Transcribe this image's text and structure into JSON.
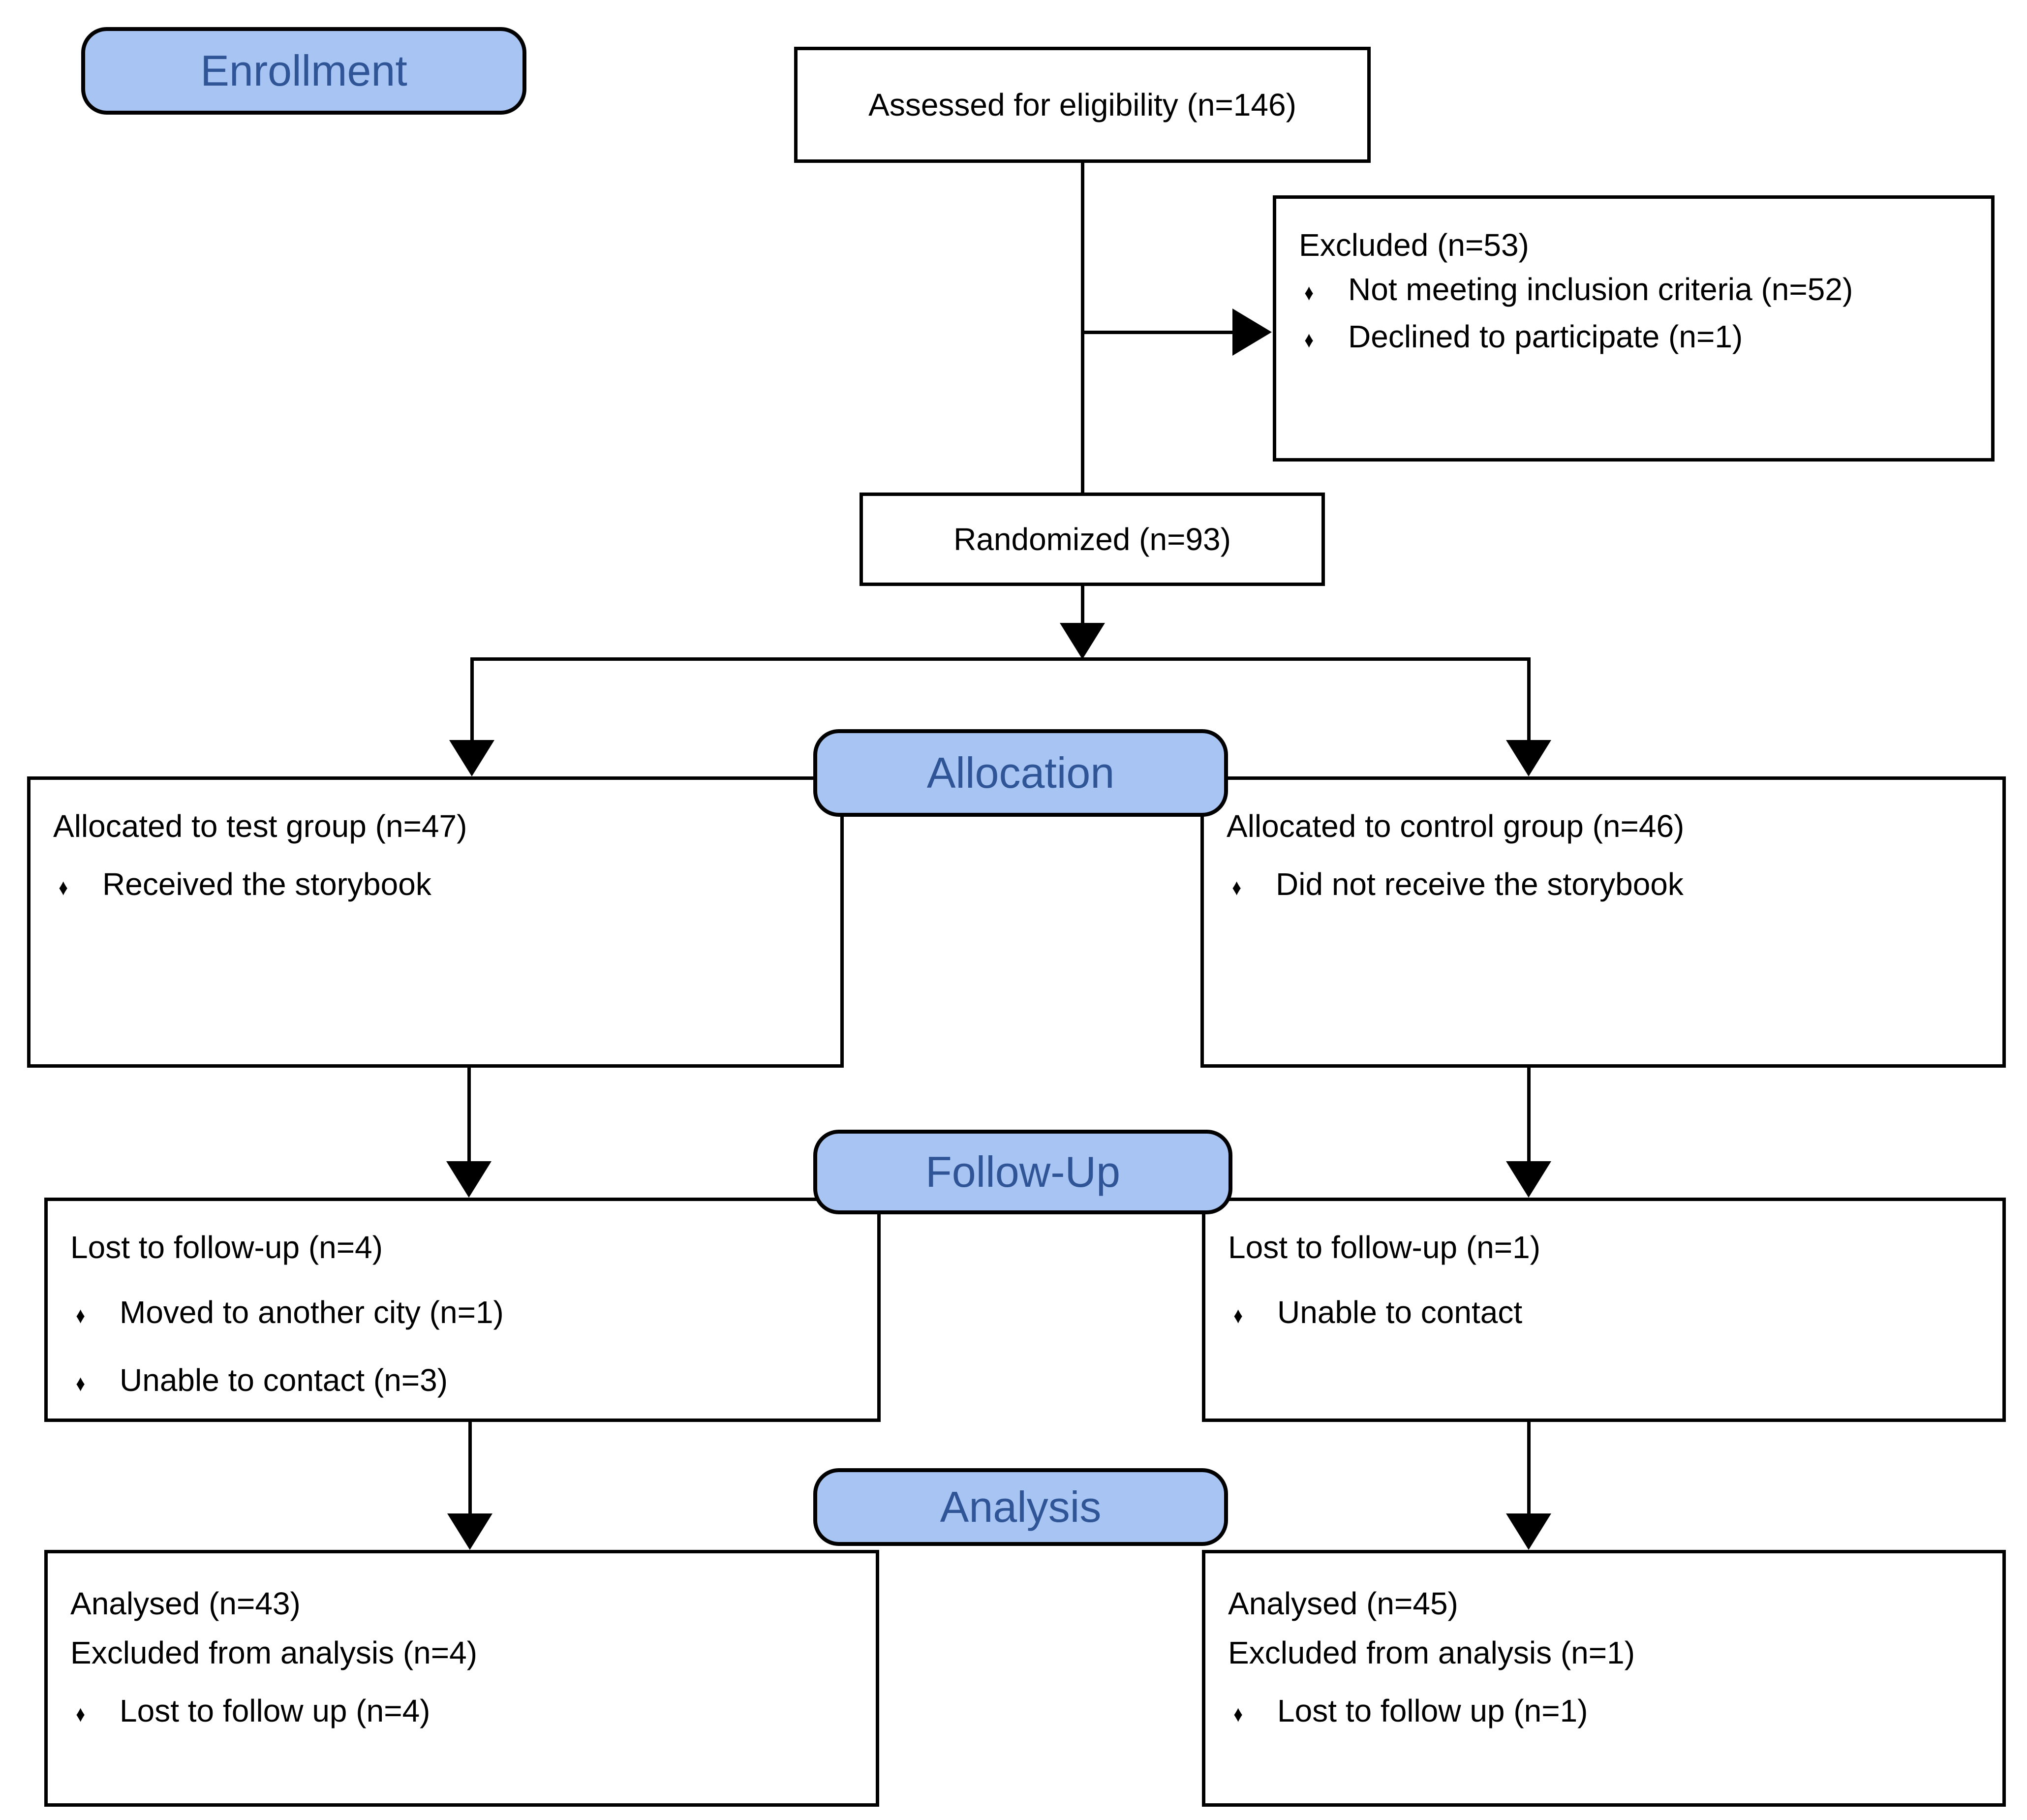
{
  "bullet_glyph": "♦",
  "colors": {
    "header_fill": "#a7c4f2",
    "header_text": "#2f5597",
    "line_color": "#000000",
    "box_bg": "#ffffff",
    "page_bg": "#ffffff"
  },
  "headers": {
    "enrollment": "Enrollment",
    "allocation": "Allocation",
    "followup": "Follow-Up",
    "analysis": "Analysis"
  },
  "boxes": {
    "assessed": {
      "text": "Assessed for eligibility (n=146)"
    },
    "excluded": {
      "title": "Excluded (n=53)",
      "bullets": [
        "Not meeting inclusion criteria (n=52)",
        "Declined to participate (n=1)"
      ]
    },
    "randomized": {
      "text": "Randomized (n=93)"
    },
    "alloc_left": {
      "title": "Allocated to test group (n=47)",
      "bullets": [
        "Received the storybook"
      ]
    },
    "alloc_right": {
      "title": "Allocated to control group (n=46)",
      "bullets": [
        "Did not receive the storybook"
      ]
    },
    "follow_left": {
      "title": "Lost to follow-up (n=4)",
      "bullets": [
        "Moved to another city (n=1)",
        "Unable to contact (n=3)"
      ]
    },
    "follow_right": {
      "title": "Lost to follow-up (n=1)",
      "bullets": [
        "Unable to contact"
      ]
    },
    "analysis_left": {
      "lines": [
        "Analysed (n=43)",
        "Excluded from analysis (n=4)"
      ],
      "bullets": [
        "Lost to follow up (n=4)"
      ]
    },
    "analysis_right": {
      "lines": [
        "Analysed (n=45)",
        "Excluded from analysis (n=1)"
      ],
      "bullets": [
        "Lost to follow up (n=1)"
      ]
    }
  }
}
